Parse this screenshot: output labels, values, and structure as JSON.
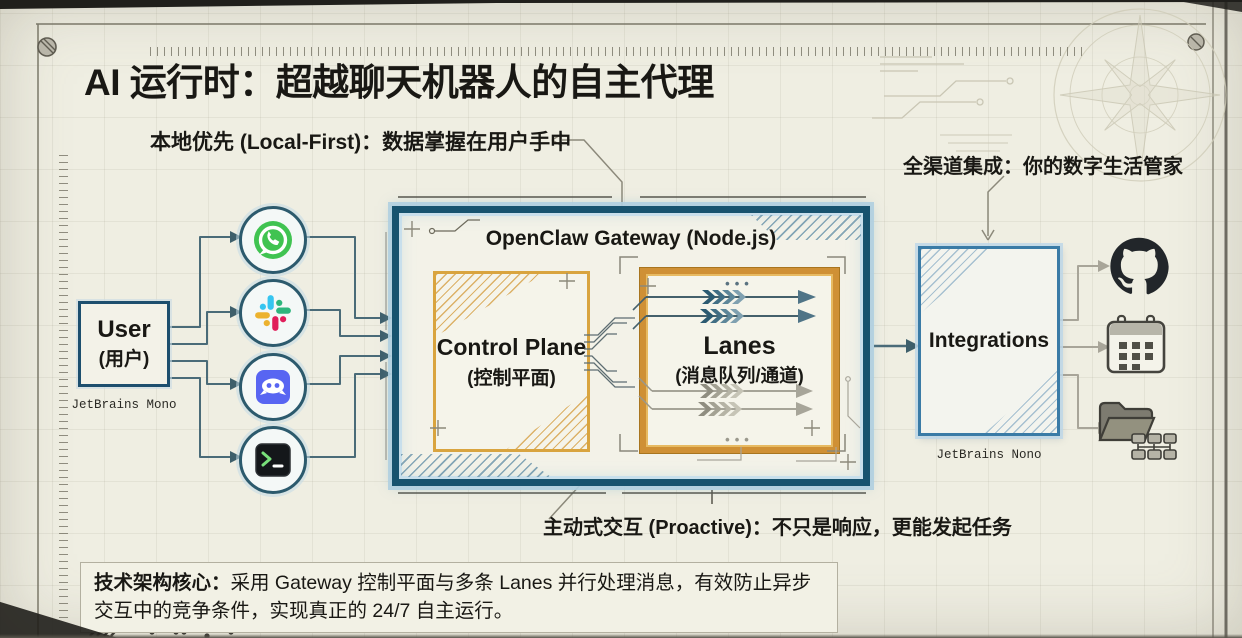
{
  "page": {
    "title": "AI 运行时：超越聊天机器人的自主代理"
  },
  "annotations": {
    "local_first": "本地优先 (Local-First)：数据掌握在用户手中",
    "omnichannel": "全渠道集成：你的数字生活管家",
    "proactive": "主动式交互 (Proactive)：不只是响应，更能发起任务"
  },
  "user_node": {
    "title": "User",
    "subtitle": "(用户)",
    "caption": "JetBrains Mono"
  },
  "channels": {
    "icons": [
      "whatsapp-icon",
      "slack-icon",
      "discord-icon",
      "terminal-icon"
    ]
  },
  "gateway": {
    "title": "OpenClaw Gateway (Node.js)",
    "control_plane": {
      "title": "Control Plane",
      "subtitle": "(控制平面)"
    },
    "lanes": {
      "title": "Lanes",
      "subtitle": "(消息队列/通道)",
      "dots_top": "•••",
      "dots_bottom": "•••"
    }
  },
  "integrations": {
    "title": "Integrations",
    "caption": "JetBrains Nono",
    "icons": [
      "github-icon",
      "calendar-icon",
      "folder-tree-icon"
    ]
  },
  "footer": {
    "lead": "技术架构核心：",
    "body": "采用 Gateway 控制平面与多条 Lanes 并行处理消息，有效防止异步交互中的竞争条件，实现真正的 24/7 自主运行。"
  },
  "colors": {
    "paper": "#efeee2",
    "ink": "#191814",
    "gateway_border": "#17536f",
    "accent_orange": "#cf9035",
    "accent_blue": "#3a7ba6",
    "teal_arrow": "#3e5f6b",
    "gray_line": "#a5a295",
    "whatsapp_green": "#3fbf4f",
    "slack_blue": "#36C5F0",
    "slack_green": "#2EB67D",
    "slack_red": "#E01E5A",
    "slack_yellow": "#ECB22E",
    "discord_purple": "#5865F2"
  }
}
